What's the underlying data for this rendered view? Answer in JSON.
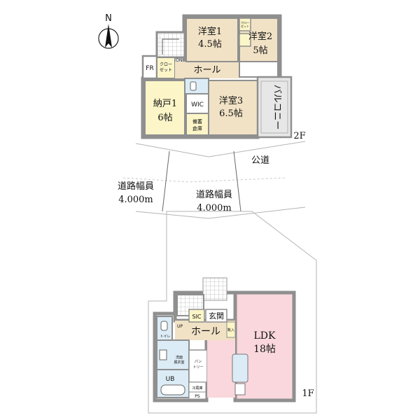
{
  "compass": {
    "north": "N"
  },
  "floor2": {
    "level": "2F",
    "rooms": {
      "western1": {
        "name": "洋室1",
        "size": "4.5帖"
      },
      "western2": {
        "name": "洋室2",
        "size": "5帖"
      },
      "western3": {
        "name": "洋室3",
        "size": "6.5帖"
      },
      "storage1": {
        "name": "納戸1",
        "size": "6帖"
      },
      "hall": "ホール",
      "wic": "WIC",
      "fr": "FR",
      "closet_lines": [
        "クロー",
        "ゼット"
      ],
      "stock_room_lines": [
        "備蓄",
        "倉庫"
      ],
      "balcony": "バルコニー",
      "stair_dn": "DN",
      "small_closet_lines": [
        "クロー",
        "ゼット"
      ]
    }
  },
  "road": {
    "name": "公道",
    "width_left": {
      "label": "道路幅員",
      "value": "4.000m"
    },
    "width_right": {
      "label": "道路幅員",
      "value": "4.000m"
    }
  },
  "floor1": {
    "level": "1F",
    "rooms": {
      "ldk": {
        "name": "LDK",
        "size": "18帖"
      },
      "hall": "ホール",
      "entrance": "玄関",
      "sic": "SIC",
      "toilet": "トイレ",
      "washroom_lines": [
        "洗面",
        "脱衣室"
      ],
      "ub": "UB",
      "pantry_lines": [
        "パン",
        "トリー"
      ],
      "shoebox": "靴入",
      "fridge": "冷蔵庫",
      "ps": "PS",
      "stair_up": "UP"
    }
  },
  "colors": {
    "bedroom": "#f1e2c6",
    "storage": "#fbf5c8",
    "hall": "#f1e2c6",
    "ldk": "#f9d7dc",
    "wet": "#dcecf6",
    "balcony": "#e7e7e7",
    "wall": "#8f8f8f",
    "line": "#9a9a9a"
  }
}
